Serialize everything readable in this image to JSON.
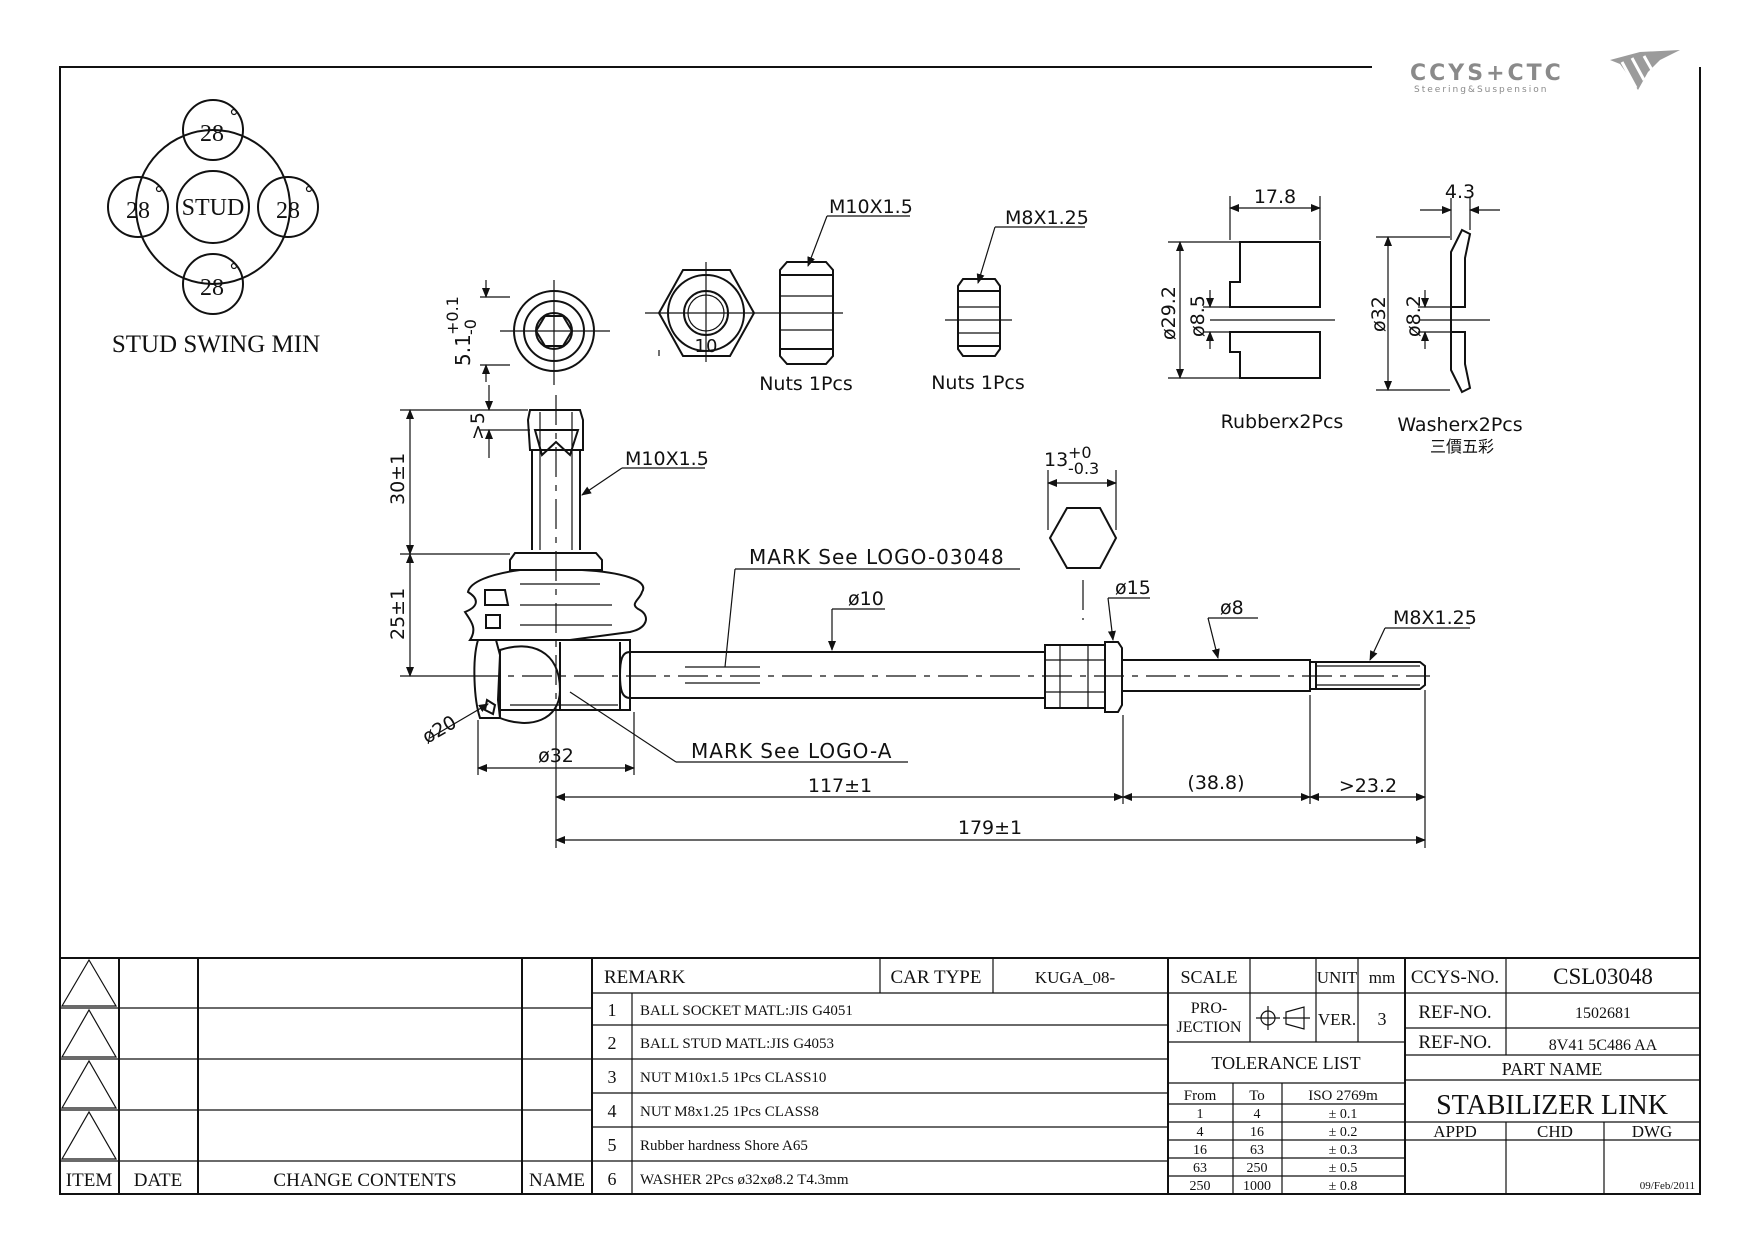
{
  "logo": {
    "brand": "CCYS+CTC",
    "tagline": "Steering&Suspension"
  },
  "swing": {
    "caption": "STUD SWING MIN",
    "center": "STUD",
    "angles": [
      "28",
      "28",
      "28",
      "28"
    ]
  },
  "views": {
    "stud_end": {
      "dim": "5.1",
      "tol_up": "+0.1",
      "tol_dn": "-0"
    },
    "nut_m10": {
      "thread": "M10X1.5",
      "size": "10",
      "caption": "Nuts  1Pcs"
    },
    "nut_m8": {
      "thread": "M8X1.25",
      "caption": "Nuts  1Pcs"
    },
    "rubber": {
      "width": "17.8",
      "od": "ø29.2",
      "id": "ø8.5",
      "caption": "Rubberx2Pcs"
    },
    "washer": {
      "thick": "4.3",
      "od": "ø32",
      "id": "ø8.2",
      "caption": "Washerx2Pcs",
      "subcaption": "三價五彩"
    }
  },
  "main": {
    "stud_thread": "M10X1.5",
    "min_len": ">5",
    "dim_30": "30±1",
    "dim_25": "25±1",
    "hex_size": "13",
    "hex_tol_up": "+0",
    "hex_tol_dn": "-0.3",
    "mark_logo": "MARK See LOGO-03048",
    "mark_logo_a": "MARK See LOGO-A",
    "d10": "ø10",
    "d15": "ø15",
    "d8": "ø8",
    "end_thread": "M8X1.25",
    "d20": "ø20",
    "d32": "ø32",
    "len_117": "117±1",
    "len_388": "(38.8)",
    "len_232": ">23.2",
    "len_179": "179±1"
  },
  "revisions": {
    "headers": {
      "item": "ITEM",
      "date": "DATE",
      "change": "CHANGE CONTENTS",
      "name": "NAME"
    }
  },
  "remarks": {
    "header": "REMARK",
    "car_type_label": "CAR TYPE",
    "car_type_value": "KUGA_08-",
    "items": [
      {
        "num": "1",
        "text": "BALL SOCKET MATL:JIS G4051"
      },
      {
        "num": "2",
        "text": "BALL STUD MATL:JIS G4053"
      },
      {
        "num": "3",
        "text": "NUT M10x1.5 1Pcs CLASS10"
      },
      {
        "num": "4",
        "text": "NUT M8x1.25 1Pcs CLASS8"
      },
      {
        "num": "5",
        "text": "Rubber hardness Shore A65"
      },
      {
        "num": "6",
        "text": "WASHER 2Pcs ø32xø8.2 T4.3mm"
      }
    ]
  },
  "spec": {
    "scale_label": "SCALE",
    "scale_value": "",
    "unit_label": "UNIT",
    "unit_value": "mm",
    "projection_label_1": "PRO-",
    "projection_label_2": "JECTION",
    "ver_label": "VER.",
    "ver_value": "3",
    "tolerance_title": "TOLERANCE LIST",
    "tol_headers": [
      "From",
      "To",
      "ISO 2769m"
    ],
    "tol_rows": [
      [
        "1",
        "4",
        "± 0.1"
      ],
      [
        "4",
        "16",
        "± 0.2"
      ],
      [
        "16",
        "63",
        "± 0.3"
      ],
      [
        "63",
        "250",
        "± 0.5"
      ],
      [
        "250",
        "1000",
        "± 0.8"
      ]
    ]
  },
  "title_block": {
    "ccys_no_label": "CCYS-NO.",
    "ccys_no": "CSL03048",
    "ref_no_label_1": "REF-NO.",
    "ref_no_1": "1502681",
    "ref_no_label_2": "REF-NO.",
    "ref_no_2": "8V41 5C486 AA",
    "part_name_label": "PART NAME",
    "part_name": "STABILIZER LINK",
    "appd": "APPD",
    "chd": "CHD",
    "dwg": "DWG",
    "date": "09/Feb/2011"
  }
}
